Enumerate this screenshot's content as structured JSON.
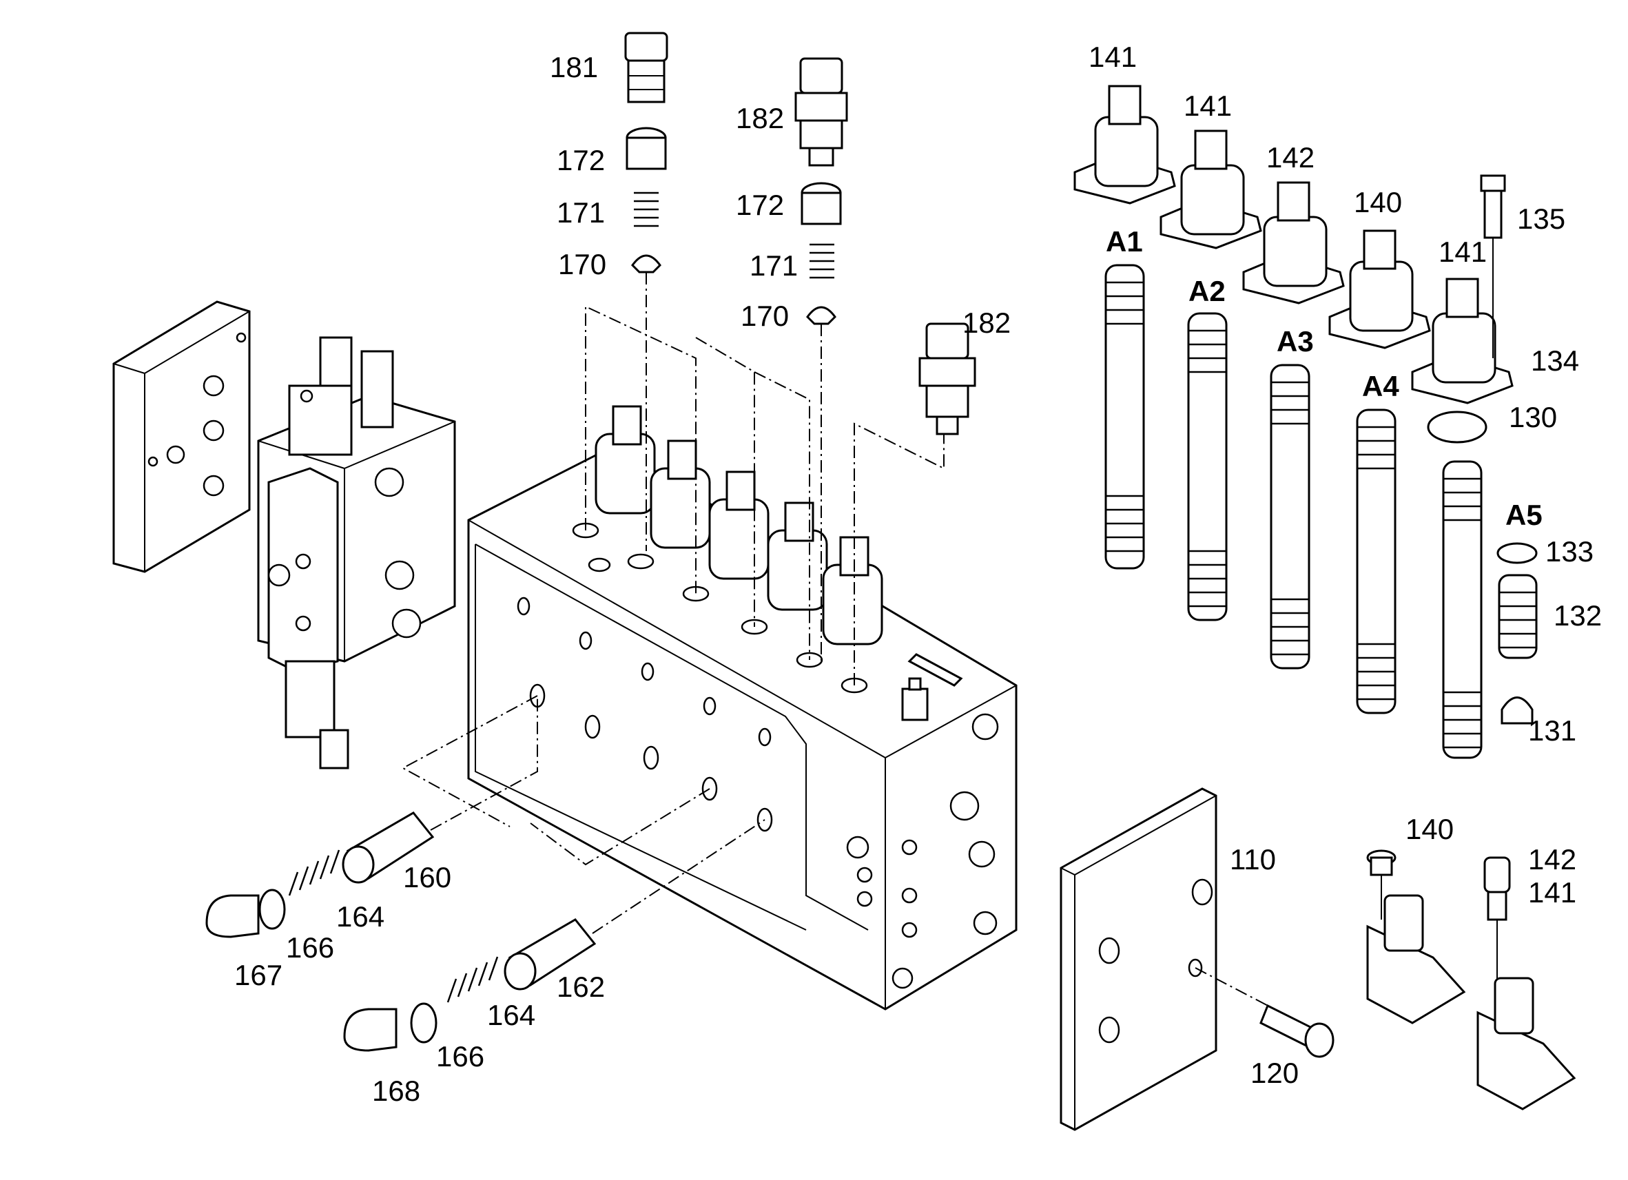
{
  "diagram": {
    "part_numbers": [
      "181",
      "182",
      "172",
      "171",
      "170",
      "172",
      "171",
      "170",
      "182",
      "160",
      "164",
      "166",
      "167",
      "162",
      "164",
      "166",
      "168",
      "141",
      "141",
      "142",
      "140",
      "141",
      "135",
      "134",
      "130",
      "133",
      "132",
      "131",
      "110",
      "120",
      "140",
      "142",
      "141"
    ],
    "group_labels": [
      "A1",
      "A2",
      "A3",
      "A4",
      "A5"
    ]
  }
}
